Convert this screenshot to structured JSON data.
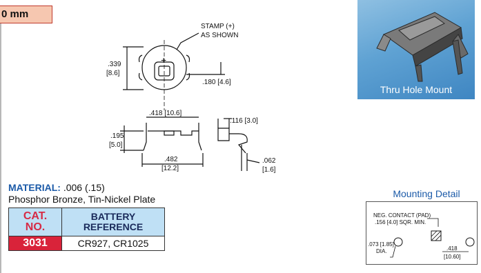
{
  "size_label": "0 mm",
  "drawing": {
    "stamp_line1": "STAMP (+)",
    "stamp_line2": "AS SHOWN",
    "plus_sign": "+",
    "dim_339": ".339",
    "dim_339_mm": "[8.6]",
    "dim_180": ".180 [4.6]",
    "dim_418": ".418 [10.6]",
    "dim_116": ".116 [3.0]",
    "dim_195": ".195",
    "dim_195_mm": "[5.0]",
    "dim_482": ".482",
    "dim_482_mm": "[12.2]",
    "dim_062": ".062",
    "dim_062_mm": "[1.6]"
  },
  "photo": {
    "caption": "Thru Hole Mount"
  },
  "material": {
    "label": "MATERIAL:",
    "thickness": ".006 (.15)",
    "description": "Phosphor Bronze, Tin-Nickel Plate"
  },
  "table": {
    "headers": [
      "CAT.\nNO.",
      "BATTERY\nREFERENCE"
    ],
    "rows": [
      [
        "3031",
        "CR927, CR1025"
      ]
    ]
  },
  "mounting": {
    "title": "Mounting Detail",
    "neg_contact_line1": "NEG. CONTACT (PAD)",
    "neg_contact_line2": ".156 [4.0] SQR. MIN.",
    "dia_value": ".073 [1.85]",
    "dia_label": "DIA.",
    "spacing_value": ".418",
    "spacing_mm": "[10.60]"
  }
}
